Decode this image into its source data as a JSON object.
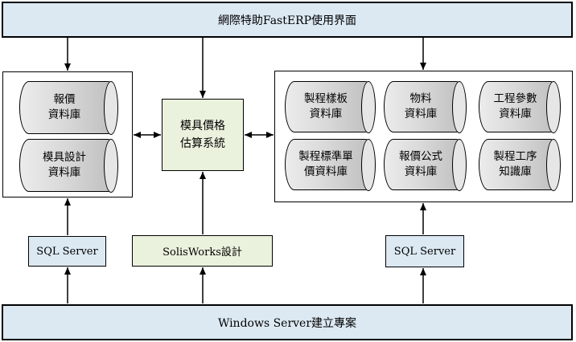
{
  "top_bar": {
    "label": "網際特助FastERP使用界面"
  },
  "bottom_bar": {
    "label": "Windows Server建立專案"
  },
  "center": {
    "line1": "模具價格",
    "line2": "估算系統"
  },
  "left_databases": [
    {
      "line1": "報價",
      "line2": "資料庫"
    },
    {
      "line1": "模具設計",
      "line2": "資料庫"
    }
  ],
  "right_databases": [
    {
      "line1": "製程樣板",
      "line2": "資料庫"
    },
    {
      "line1": "物料",
      "line2": "資料庫"
    },
    {
      "line1": "工程參數",
      "line2": "資料庫"
    },
    {
      "line1": "製程標準單",
      "line2": "價資料庫"
    },
    {
      "line1": "報價公式",
      "line2": "資料庫"
    },
    {
      "line1": "製程工序",
      "line2": "知識庫"
    }
  ],
  "sources": {
    "sql_left": "SQL Server",
    "solidworks": "SolisWorks設計",
    "sql_right": "SQL Server"
  },
  "colors": {
    "bar_fill": "#dce9f3",
    "center_fill": "#eaf1dd",
    "db_fill": "#d9d9d9",
    "stroke": "#000000"
  }
}
